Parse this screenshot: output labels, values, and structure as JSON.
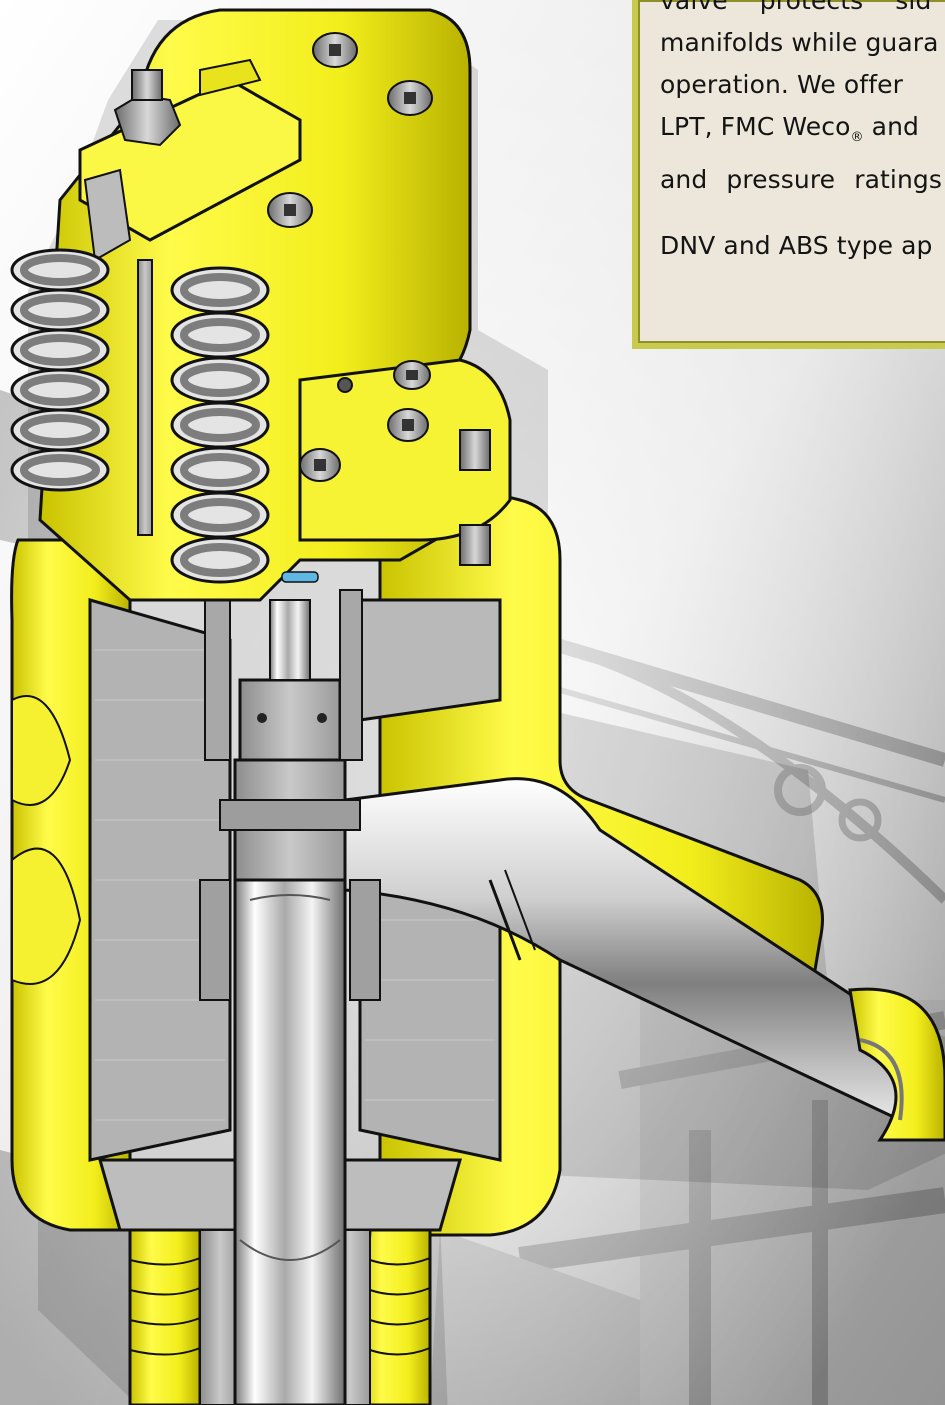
{
  "callout": {
    "line1": "valve protects sid",
    "line2": "manifolds while guara",
    "line3": "operation.  We offer",
    "line4_before": "LPT, FMC Weco",
    "line4_reg": "®",
    "line4_after": " and",
    "line5": "and pressure ratings",
    "line6": "DNV and ABS type ap"
  },
  "colors": {
    "valve_body": "#f2ee1c",
    "steel": "#b9b9b9",
    "chrome": "#e6e6e6",
    "callout_border": "#c7ca4d",
    "callout_bg": "#ece7da"
  },
  "icons": [
    "relief-valve-cutaway-illustration"
  ]
}
